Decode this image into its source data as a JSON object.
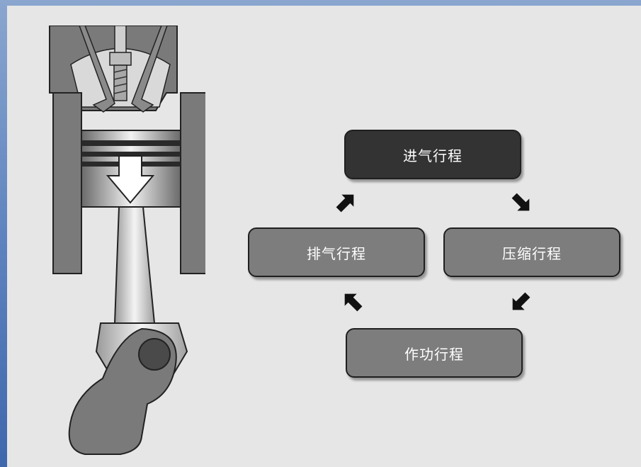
{
  "diagram": {
    "stages": [
      {
        "label": "进气行程",
        "state": "active"
      },
      {
        "label": "压缩行程",
        "state": "idle"
      },
      {
        "label": "作功行程",
        "state": "idle"
      },
      {
        "label": "排气行程",
        "state": "idle"
      }
    ],
    "cycle_direction": "clockwise",
    "piston_motion": "down"
  },
  "colors": {
    "active_stage": "#333333",
    "idle_stage": "#7d7d7d",
    "background": "#e6e6e6"
  }
}
